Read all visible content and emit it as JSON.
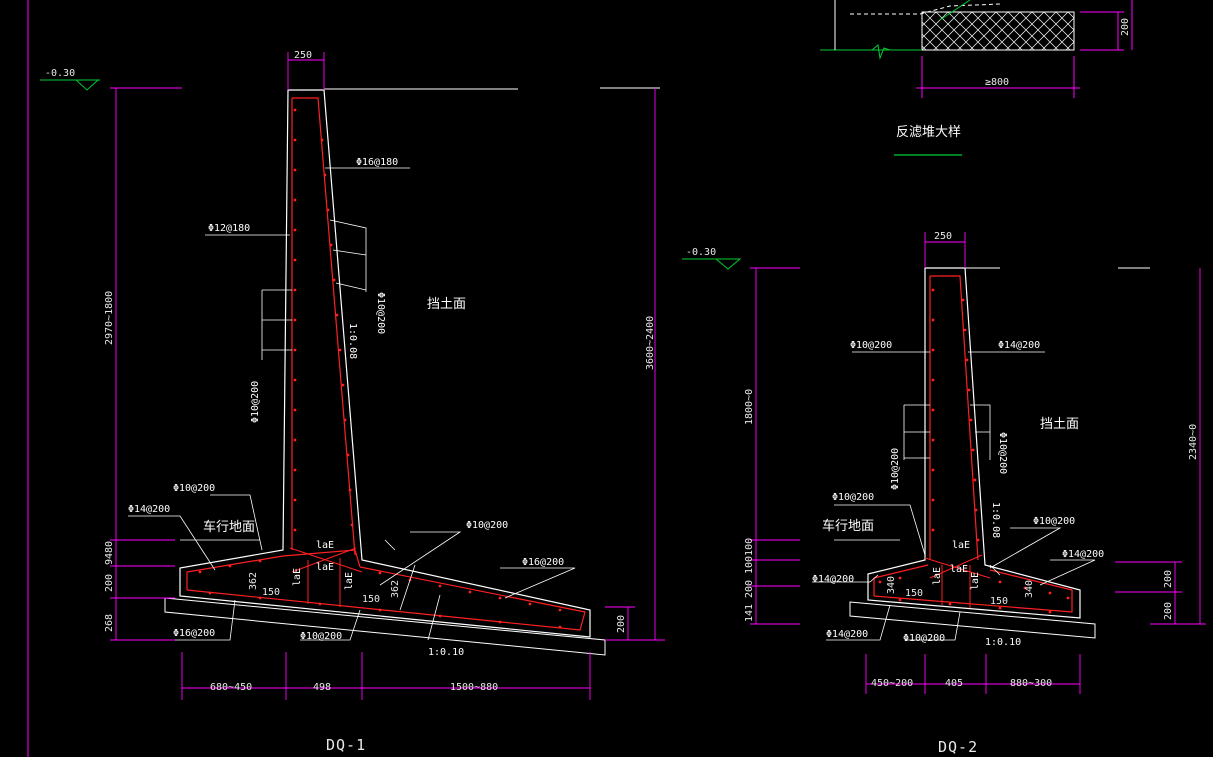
{
  "drawing": {
    "detail_title": "反滤堆大样",
    "detail_dims": {
      "width": "≥800",
      "height": "200"
    },
    "dq1": {
      "title": "DQ-1",
      "elev": "-0.30",
      "top_width": "250",
      "side_label": "挡土面",
      "road_label": "车行地面",
      "slope": "1:0.10",
      "wall_slope": "1:0.08",
      "lae": "laE",
      "rebars": {
        "front_vertical": "Φ12@180",
        "back_vertical": "Φ16@180",
        "front_dist": "Φ10@200",
        "back_dist": "Φ10@200",
        "heel_top": "Φ10@200",
        "toe_top": "Φ10@200",
        "toe_side": "Φ14@200",
        "heel_bottom": "Φ16@200",
        "toe_bottom": "Φ16@200",
        "base_bottom": "Φ10@200"
      },
      "dims": {
        "left_height": "2970~1800",
        "right_height": "3600~2400",
        "d_9480": "9480",
        "d_200": "200",
        "d_268": "268",
        "d_362a": "362",
        "d_362b": "362",
        "d_150a": "150",
        "d_150b": "150",
        "d_200r": "200",
        "bottom": [
          "680~450",
          "498",
          "1500~880"
        ]
      }
    },
    "dq2": {
      "title": "DQ-2",
      "elev": "-0.30",
      "top_width": "250",
      "side_label": "挡土面",
      "road_label": "车行地面",
      "slope": "1:0.10",
      "wall_slope": "1:0.08",
      "lae": "laE",
      "rebars": {
        "front_vertical": "Φ10@200",
        "back_vertical": "Φ14@200",
        "front_dist": "Φ10@200",
        "back_dist": "Φ10@200",
        "toe_top": "Φ10@200",
        "toe_side": "Φ14@200",
        "toe_bottom": "Φ14@200",
        "heel_top": "Φ10@200",
        "heel_side": "Φ14@200",
        "base_bottom": "Φ10@200"
      },
      "dims": {
        "left_height": "1800~0",
        "right_height": "2340~0",
        "d_100": "100100",
        "d_200": "200",
        "d_141": "141",
        "d_340a": "340",
        "d_340b": "340",
        "d_150a": "150",
        "d_150b": "150",
        "d_200r1": "200",
        "d_200r2": "200",
        "bottom": [
          "450~200",
          "405",
          "880~300"
        ]
      }
    }
  },
  "colors": {
    "dim": "#ff00ff",
    "rebar": "#ff2020",
    "concrete": "#ffffff",
    "text": "#ffffff",
    "detail_hatch": "#ffffff",
    "accent_green": "#00cc33"
  }
}
